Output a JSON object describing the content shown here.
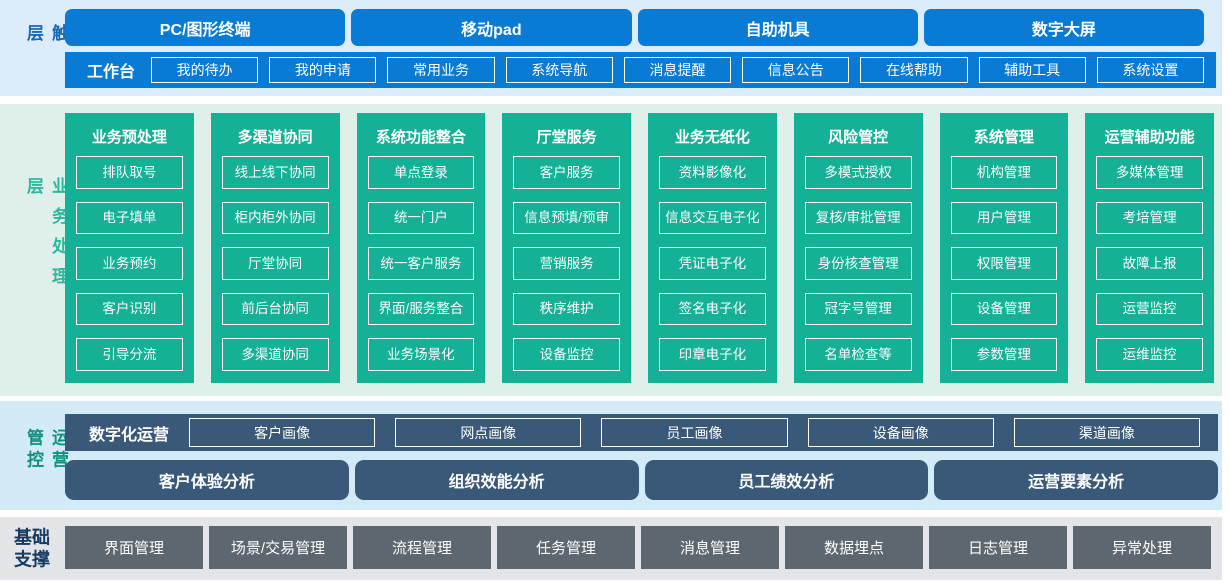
{
  "colors": {
    "blue": "#0a7bd4",
    "green": "#15b197",
    "slate": "#3a5878",
    "gray": "#5c6770",
    "bg-blue": "#dcedf9",
    "bg-green": "#dff0ea",
    "bg-ops": "#d3eaf7",
    "bg-gray": "#e3e5e8",
    "lbl-blue": "#1668b8",
    "lbl-green": "#2bb99b",
    "lbl-teal": "#109180",
    "lbl-navy": "#153a63"
  },
  "contact_layer": {
    "label": "接触层",
    "terminals": [
      "PC/图形终端",
      "移动pad",
      "自助机具",
      "数字大屏"
    ],
    "workbench": {
      "label": "工作台",
      "items": [
        "我的待办",
        "我的申请",
        "常用业务",
        "系统导航",
        "消息提醒",
        "信息公告",
        "在线帮助",
        "辅助工具",
        "系统设置"
      ]
    }
  },
  "business_layer": {
    "label": "业务处理层",
    "columns": [
      {
        "title": "业务预处理",
        "items": [
          "排队取号",
          "电子填单",
          "业务预约",
          "客户识别",
          "引导分流"
        ]
      },
      {
        "title": "多渠道协同",
        "items": [
          "线上线下协同",
          "柜内柜外协同",
          "厅堂协同",
          "前后台协同",
          "多渠道协同"
        ]
      },
      {
        "title": "系统功能整合",
        "items": [
          "单点登录",
          "统一门户",
          "统一客户服务",
          "界面/服务整合",
          "业务场景化"
        ]
      },
      {
        "title": "厅堂服务",
        "items": [
          "客户服务",
          "信息预填/预审",
          "营销服务",
          "秩序维护",
          "设备监控"
        ]
      },
      {
        "title": "业务无纸化",
        "items": [
          "资料影像化",
          "信息交互电子化",
          "凭证电子化",
          "签名电子化",
          "印章电子化"
        ]
      },
      {
        "title": "风险管控",
        "items": [
          "多模式授权",
          "复核/审批管理",
          "身份核查管理",
          "冠字号管理",
          "名单检查等"
        ]
      },
      {
        "title": "系统管理",
        "items": [
          "机构管理",
          "用户管理",
          "权限管理",
          "设备管理",
          "参数管理"
        ]
      },
      {
        "title": "运营辅助功能",
        "items": [
          "多媒体管理",
          "考培管理",
          "故障上报",
          "运营监控",
          "运维监控"
        ]
      }
    ]
  },
  "operations_layer": {
    "label": "运营管控",
    "digital_ops": {
      "label": "数字化运营",
      "items": [
        "客户画像",
        "网点画像",
        "员工画像",
        "设备画像",
        "渠道画像"
      ]
    },
    "analysis": [
      "客户体验分析",
      "组织效能分析",
      "员工绩效分析",
      "运营要素分析"
    ]
  },
  "foundation_layer": {
    "label": "基础支撑",
    "items": [
      "界面管理",
      "场景/交易管理",
      "流程管理",
      "任务管理",
      "消息管理",
      "数据埋点",
      "日志管理",
      "异常处理"
    ]
  }
}
